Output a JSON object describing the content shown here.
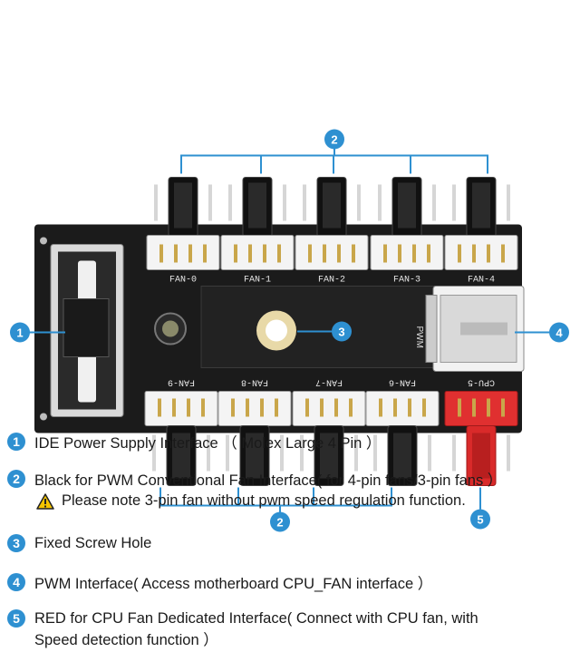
{
  "board": {
    "fan_labels_top": [
      "FAN-0",
      "FAN-1",
      "FAN-2",
      "FAN-3",
      "FAN-4"
    ],
    "fan_labels_bottom": [
      "FAN-9",
      "FAN-8",
      "FAN-7",
      "FAN-6",
      "CPU-5"
    ],
    "pwm_label": "PWM"
  },
  "callouts": [
    "1",
    "2",
    "3",
    "4",
    "5"
  ],
  "colors": {
    "accent": "#2e90d1",
    "pcb": "#1b1b1b",
    "red_connector": "#e03030",
    "warning": "#f5c400"
  },
  "legend": {
    "items": [
      {
        "num": "1",
        "text": "IDE Power Supply Interface （ Molex Large 4 Pin ）"
      },
      {
        "num": "2",
        "text": "Black for PWM Conventional Fan Interface( for 4-pin fans/3-pin fans ）"
      },
      {
        "num": "3",
        "text": "Fixed Screw Hole"
      },
      {
        "num": "4",
        "text": "PWM Interface( Access motherboard CPU_FAN interface ）"
      },
      {
        "num": "5",
        "text": "RED for CPU Fan Dedicated Interface( Connect with CPU fan, with",
        "continuation": "Speed detection function ）"
      }
    ],
    "note": "Please note 3-pin fan without pwm speed regulation function.",
    "note_icon": "warning-icon"
  }
}
